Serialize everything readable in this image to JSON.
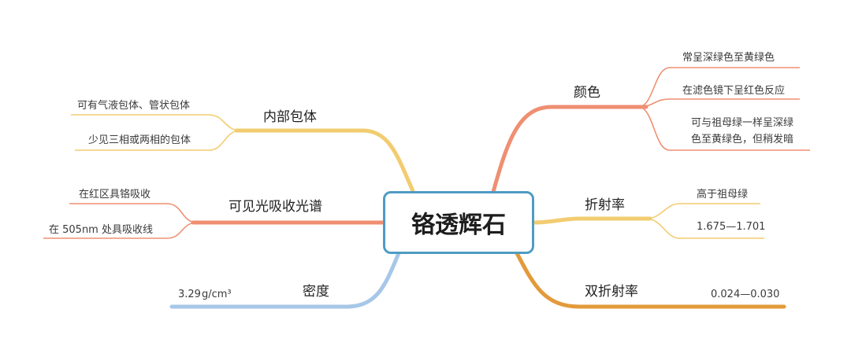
{
  "center": "铬透辉石",
  "colors": {
    "color_branch": "#ef8f72",
    "refraction": "#f2cc70",
    "birefringence": "#e39a3a",
    "inclusions": "#f2cc70",
    "spectrum": "#ef8f72",
    "density": "#a7c7e8",
    "frame": "#4f9cc3"
  },
  "branches": {
    "color": {
      "label": "颜色",
      "leaves": [
        "常呈深绿色至黄绿色",
        "在滤色镜下呈红色反应",
        "可与祖母绿一样呈深绿",
        "色至黄绿色，但稍发暗"
      ]
    },
    "refraction": {
      "label": "折射率",
      "leaves": [
        "高于祖母绿",
        "1.675—1.701"
      ]
    },
    "birefringence": {
      "label": "双折射率",
      "leaves": [
        "0.024—0.030"
      ]
    },
    "inclusions": {
      "label": "内部包体",
      "leaves": [
        "可有气液包体、管状包体",
        "少见三相或两相的包体"
      ]
    },
    "spectrum": {
      "label": "可见光吸收光谱",
      "leaves": [
        "在红区具铬吸收",
        "在 505nm 处具吸收线"
      ]
    },
    "density": {
      "label": "密度",
      "value": "3.29",
      "unit": "g/cm³"
    }
  }
}
